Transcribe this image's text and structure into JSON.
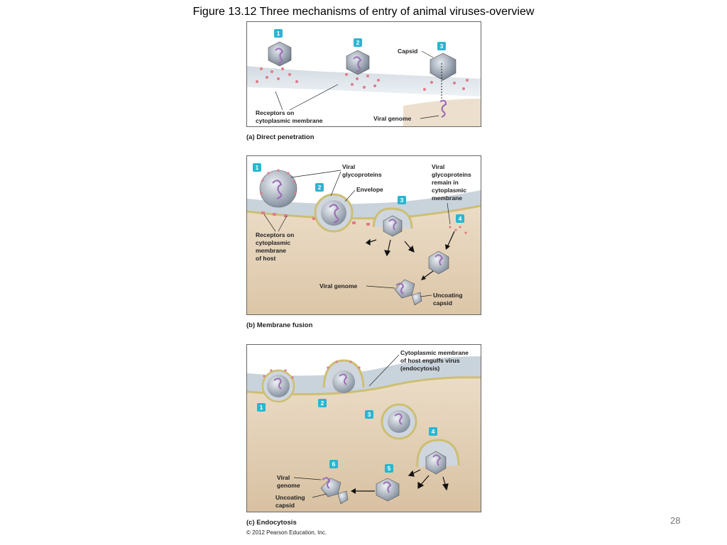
{
  "slide": {
    "title": "Figure 13.12 Three mechanisms of entry of animal viruses-overview",
    "page_number": "28",
    "copyright": "© 2012 Pearson Education, Inc."
  },
  "panel_a": {
    "caption": "(a) Direct penetration",
    "steps": [
      "1",
      "2",
      "3"
    ],
    "labels": {
      "capsid": "Capsid",
      "receptors_line1": "Receptors on",
      "receptors_line2": "cytoplasmic membrane",
      "viral_genome": "Viral genome"
    }
  },
  "panel_b": {
    "caption": "(b) Membrane fusion",
    "steps": [
      "1",
      "2",
      "3",
      "4"
    ],
    "labels": {
      "viral_glyco_line1": "Viral",
      "viral_glyco_line2": "glycoproteins",
      "envelope": "Envelope",
      "remain_line1": "Viral",
      "remain_line2": "glycoproteins",
      "remain_line3": "remain in",
      "remain_line4": "cytoplasmic",
      "remain_line5": "membrane",
      "receptors_line1": "Receptors on",
      "receptors_line2": "cytoplasmic",
      "receptors_line3": "membrane",
      "receptors_line4": "of host",
      "viral_genome": "Viral genome",
      "uncoating_line1": "Uncoating",
      "uncoating_line2": "capsid"
    }
  },
  "panel_c": {
    "caption": "(c) Endocytosis",
    "steps": [
      "1",
      "2",
      "3",
      "4",
      "5",
      "6"
    ],
    "labels": {
      "engulf_line1": "Cytoplasmic membrane",
      "engulf_line2": "of host engulfs virus",
      "engulf_line3": "(endocytosis)",
      "viral_genome_line1": "Viral",
      "viral_genome_line2": "genome",
      "uncoating_line1": "Uncoating",
      "uncoating_line2": "capsid"
    }
  },
  "colors": {
    "step_badge": "#29b6d1",
    "cytoplasm": "#e8d7c0",
    "membrane": "#b7c4cf",
    "receptor": "#e07b88",
    "genome": "#9b6fb5",
    "capsid": "#8d98a8"
  }
}
